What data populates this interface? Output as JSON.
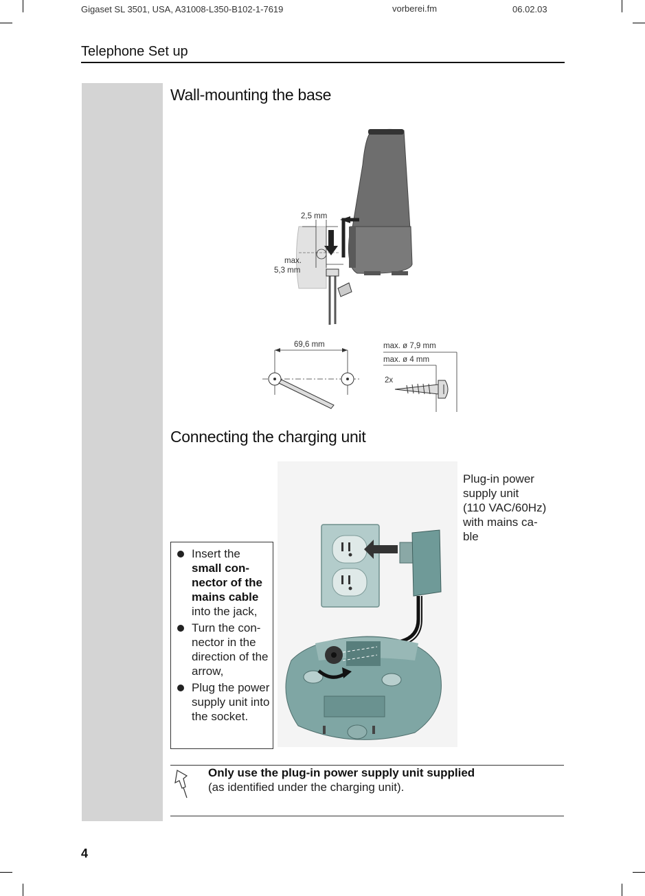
{
  "header": {
    "doc_id": "Gigaset SL 3501, USA, A31008-L350-B102-1-7619",
    "file": "vorberei.fm",
    "date": "06.02.03",
    "chapter": "Telephone Set up"
  },
  "wall_section": {
    "title": "Wall-mounting the base",
    "dims": {
      "gap": "2,5 mm",
      "max_label": "max.",
      "max_value": "5,3 mm",
      "hole_distance": "69,6 mm",
      "head_diameter": "max. ø 7,9 mm",
      "shaft_diameter": "max. ø 4 mm",
      "count": "2x"
    }
  },
  "charging_section": {
    "title": "Connecting the charging unit",
    "callout": [
      "Plug-in power",
      "supply unit",
      "(110 VAC/60Hz)",
      "with mains ca-",
      "ble"
    ],
    "steps": [
      {
        "pre": "Insert the ",
        "bold": "small con-nector of the mains cable",
        "post": " into the jack,"
      },
      {
        "pre": "Turn the con-nector in the direction of the arrow,",
        "bold": "",
        "post": ""
      },
      {
        "pre": "Plug the power supply unit into the socket.",
        "bold": "",
        "post": ""
      }
    ]
  },
  "note": {
    "bold": "Only use the plug-in power supply unit supplied",
    "text": "(as identified under the charging unit)."
  },
  "footer": {
    "page_number": "4"
  },
  "colors": {
    "sidebar_gray": "#d4d4d4",
    "device_gray": "#6e6e6e",
    "charger_teal": "#6f9a98"
  }
}
